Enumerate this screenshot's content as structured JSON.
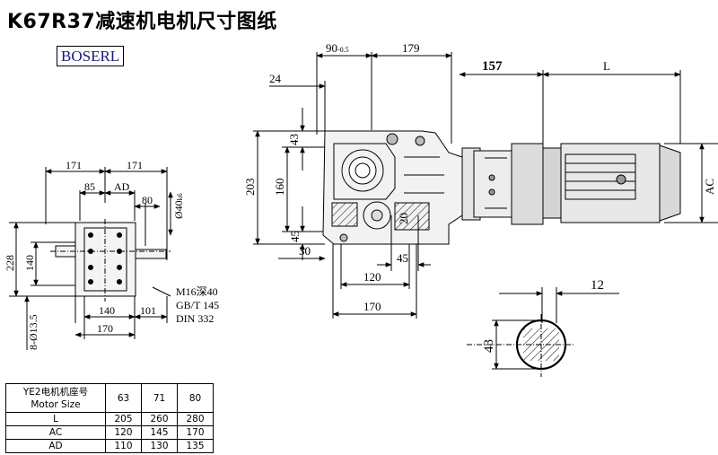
{
  "title": "K67R37减速机电机尺寸图纸",
  "logo": "BOSERL",
  "dims": {
    "d171a": "171",
    "d171b": "171",
    "d85": "85",
    "dAD": "AD",
    "d80": "80",
    "d40": "Ø40",
    "d40tol": "k6",
    "d228": "228",
    "d140v": "140",
    "d13": "8-Ø13.5",
    "d140h": "140",
    "d101": "101",
    "d170a": "170",
    "thread1": "M16深40",
    "thread2": "GB/T 145",
    "thread3": "DIN 332",
    "d90": "90",
    "d90tol": "-0.5",
    "d179": "179",
    "d157": "157",
    "dL": "L",
    "d24": "24",
    "d43": "43",
    "d203": "203",
    "d160": "160",
    "d45a": "45",
    "d30": "30",
    "d45b": "45",
    "d20": "20",
    "d120": "120",
    "d170b": "170",
    "dAC": "AC",
    "d12": "12",
    "d43b": "43"
  },
  "table": {
    "header_line1": "YE2电机机座号",
    "header_line2": "Motor Size",
    "sizes": [
      "63",
      "71",
      "80"
    ],
    "rows": [
      {
        "label": "L",
        "values": [
          "205",
          "260",
          "280"
        ]
      },
      {
        "label": "AC",
        "values": [
          "120",
          "145",
          "170"
        ]
      },
      {
        "label": "AD",
        "values": [
          "110",
          "130",
          "135"
        ]
      }
    ]
  }
}
